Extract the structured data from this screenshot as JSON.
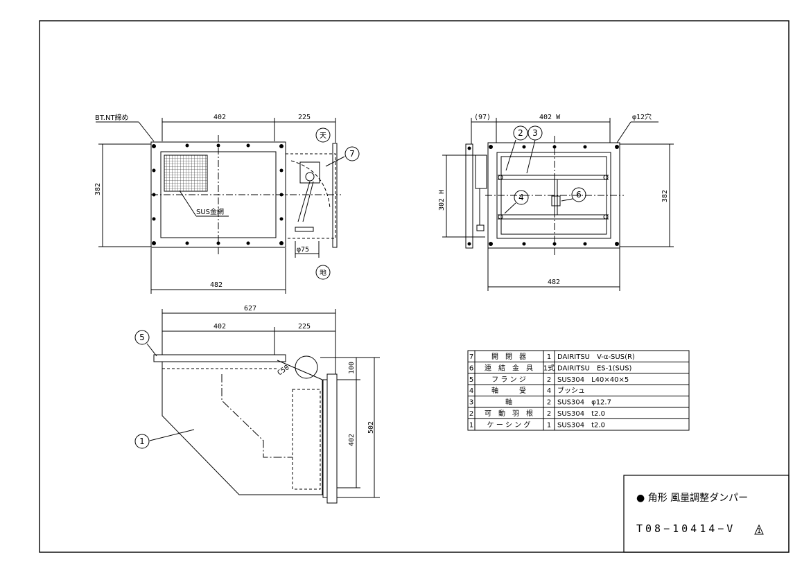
{
  "views": {
    "front": {
      "dims": {
        "top_width": "402",
        "top_side": "225",
        "left_height": "382",
        "bottom_width": "482",
        "pipe_dia": "φ75"
      },
      "labels": {
        "bolt_note": "BT.NT締め",
        "mesh_note": "SUS金網",
        "top_mark": "天",
        "bottom_mark": "地"
      }
    },
    "side": {
      "dims": {
        "offset": "(97)",
        "top_width": "402 W",
        "hole": "φ12穴",
        "left_height": "302 H",
        "right_height": "382",
        "bottom_width": "482"
      }
    },
    "bottom": {
      "dims": {
        "overall": "627",
        "width": "402",
        "side": "225",
        "elbow": "C50",
        "h_top": "100",
        "h_main": "402",
        "h_total": "502"
      }
    }
  },
  "balloons": {
    "b1": "1",
    "b2": "2",
    "b3": "3",
    "b4": "4",
    "b5": "5",
    "b6": "6",
    "b7": "7"
  },
  "parts_table": [
    {
      "no": "7",
      "name": "開　閉　器",
      "qty": "1",
      "spec": "DAIRITSU　V-α-SUS(R)"
    },
    {
      "no": "6",
      "name": "連　結　金　具",
      "qty": "1式",
      "spec": "DAIRITSU　ES-1(SUS)"
    },
    {
      "no": "5",
      "name": "フ ラ ン ジ",
      "qty": "2",
      "spec": "SUS304　L40×40×5"
    },
    {
      "no": "4",
      "name": "軸　　　受",
      "qty": "4",
      "spec": "ブッシュ"
    },
    {
      "no": "3",
      "name": "軸",
      "qty": "2",
      "spec": "SUS304　φ12.7"
    },
    {
      "no": "2",
      "name": "可　動　羽　根",
      "qty": "2",
      "spec": "SUS304　t2.0"
    },
    {
      "no": "1",
      "name": "ケ ー シ ン グ",
      "qty": "1",
      "spec": "SUS304　t2.0"
    }
  ],
  "title_block": {
    "title": "● 角形 風量調整ダンパー",
    "drawing_no": "T08−10414−V",
    "revision": "1"
  }
}
